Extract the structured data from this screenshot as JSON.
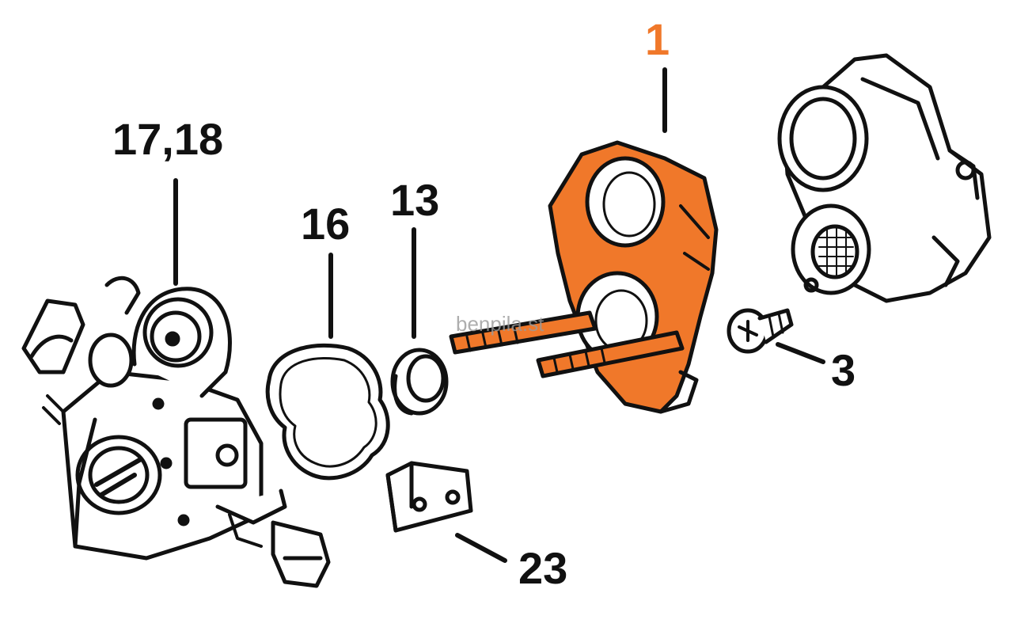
{
  "colors": {
    "outline": "#111111",
    "highlight": "#f0782a",
    "background": "#ffffff"
  },
  "callouts": {
    "carburetor": "17,18",
    "gasket": "16",
    "ring": "13",
    "flange": "1",
    "screw": "3",
    "bracket": "23"
  },
  "watermark": "benpila.st"
}
